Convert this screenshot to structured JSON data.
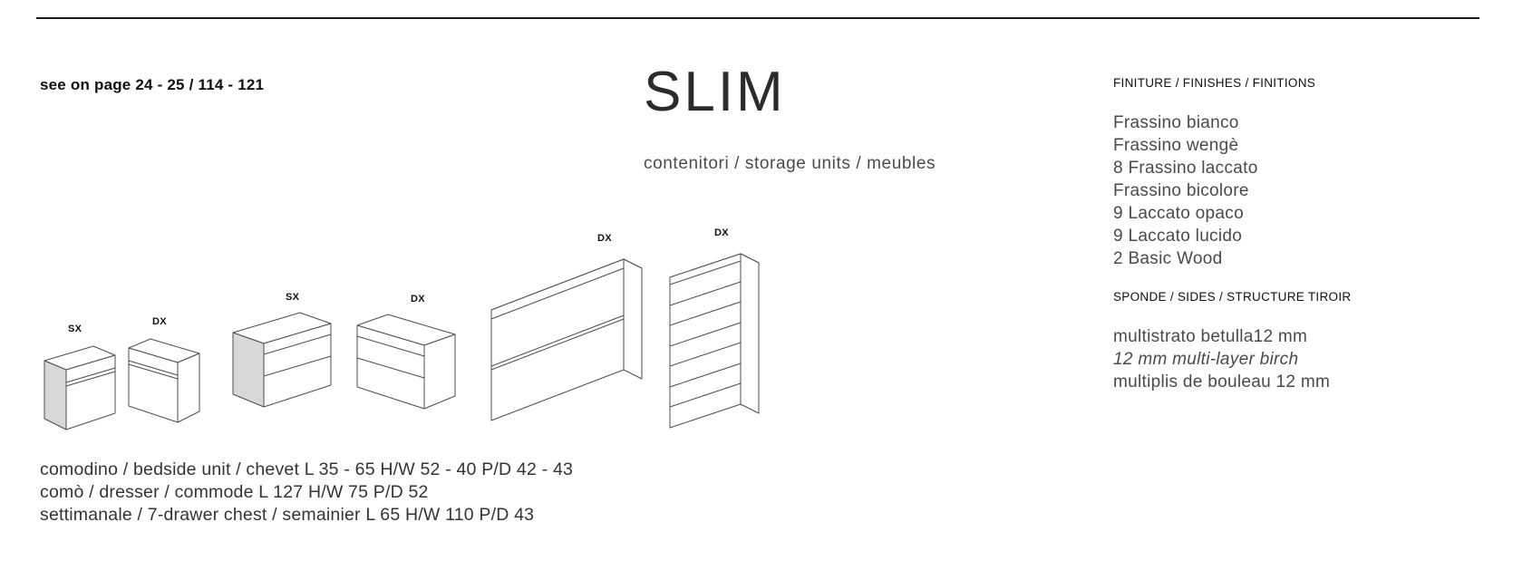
{
  "page": {
    "see_on_page": "see on page 24 - 25 / 114 - 121",
    "title": "SLIM",
    "subtitle": "contenitori / storage units / meubles"
  },
  "finishes": {
    "heading": "FINITURE / FINISHES / FINITIONS",
    "items": [
      "Frassino bianco",
      "Frassino wengè",
      "8 Frassino laccato",
      "Frassino bicolore",
      "9 Laccato opaco",
      "9 Laccato lucido",
      "2 Basic Wood"
    ]
  },
  "sides": {
    "heading": "SPONDE / SIDES / STRUCTURE TIROIR",
    "items": [
      "multistrato betulla12 mm",
      "12 mm multi-layer birch",
      "multiplis de bouleau 12 mm"
    ]
  },
  "drawings": {
    "units": [
      {
        "label": "SX"
      },
      {
        "label": "DX"
      },
      {
        "label": "SX"
      },
      {
        "label": "DX"
      },
      {
        "label": "DX"
      },
      {
        "label": "DX"
      }
    ]
  },
  "specs": [
    "comodino / bedside unit / chevet L 35 - 65 H/W 52 - 40 P/D 42 - 43",
    "comò / dresser / commode L 127 H/W 75 P/D 52",
    "settimanale / 7-drawer chest / semainier L 65 H/W 110 P/D 43"
  ],
  "colors": {
    "line": "#4d4d4d",
    "shaded_panel": "#d8d8d8",
    "body_text": "#4a4a4a",
    "heading_text": "#111111"
  }
}
